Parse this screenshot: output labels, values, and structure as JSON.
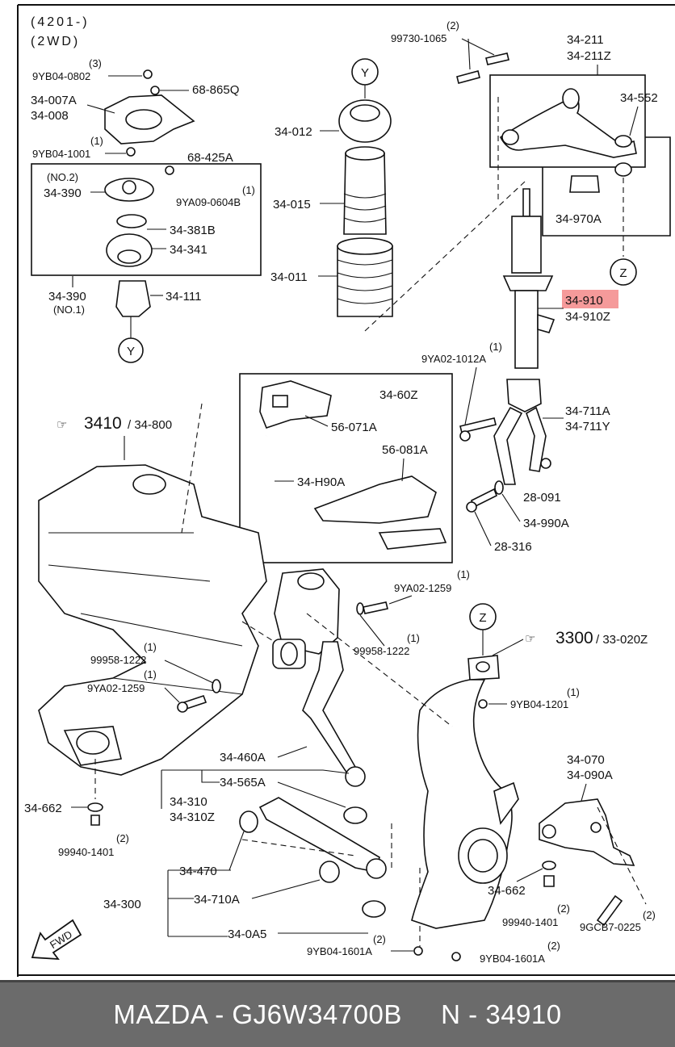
{
  "diagram": {
    "header": {
      "line1": "(4201-)",
      "line2": "(2WD)"
    },
    "highlight_color": "#f59a9a",
    "ref_markers": {
      "y": "Y",
      "z": "Z"
    },
    "labels": {
      "p9yb04_0802": "9YB04-0802",
      "q3": "(3)",
      "p68_865q": "68-865Q",
      "p34_007a": "34-007A",
      "p34_008": "34-008",
      "p9yb04_1001": "9YB04-1001",
      "q1a": "(1)",
      "p68_425a": "68-425A",
      "no2": "(NO.2)",
      "p34_390a": "34-390",
      "p9ya09_0604b": "9YA09-0604B",
      "q1b": "(1)",
      "p34_381b": "34-381B",
      "p34_341": "34-341",
      "p34_390b": "34-390",
      "no1": "(NO.1)",
      "p34_111": "34-111",
      "p34_012": "34-012",
      "p34_015": "34-015",
      "p34_011": "34-011",
      "p99730_1065": "99730-1065",
      "q2a": "(2)",
      "p34_211": "34-211",
      "p34_211z": "34-211Z",
      "p34_552": "34-552",
      "p34_970a": "34-970A",
      "p34_910": "34-910",
      "p34_910z": "34-910Z",
      "p9ya02_1012a": "9YA02-1012A",
      "q1c": "(1)",
      "p34_60z": "34-60Z",
      "p56_071a": "56-071A",
      "p56_081a": "56-081A",
      "p34_h90a": "34-H90A",
      "p3410": "3410",
      "p34_800": "/ 34-800",
      "p34_711a": "34-711A",
      "p34_711y": "34-711Y",
      "p28_091": "28-091",
      "p34_990a": "34-990A",
      "p28_316": "28-316",
      "p9ya02_1259a": "9YA02-1259",
      "q1d": "(1)",
      "p99958_1222a": "99958-1222",
      "q1e": "(1)",
      "p99958_1222b": "99958-1222",
      "q1f": "(1)",
      "p9ya02_1259b": "9YA02-1259",
      "q1g": "(1)",
      "p3300": "3300",
      "p33_020z": "/ 33-020Z",
      "p9yb04_1201": "9YB04-1201",
      "q1h": "(1)",
      "p34_070": "34-070",
      "p34_090a": "34-090A",
      "p34_460a": "34-460A",
      "p34_565a": "34-565A",
      "p34_310": "34-310",
      "p34_310z": "34-310Z",
      "p34_662a": "34-662",
      "p99940_1401a": "99940-1401",
      "q2b": "(2)",
      "p34_470": "34-470",
      "p34_300": "34-300",
      "p34_710a": "34-710A",
      "p34_0a5": "34-0A5",
      "p9yb04_1601a_a": "9YB04-1601A",
      "q2c": "(2)",
      "p9yb04_1601a_b": "9YB04-1601A",
      "q2d": "(2)",
      "p34_662b": "34-662",
      "p99940_1401b": "99940-1401",
      "q2e": "(2)",
      "p9gcb7_0225": "9GCB7-0225",
      "q2f": "(2)",
      "fwd": "FWD"
    }
  },
  "footer": {
    "text": "MAZDA - GJ6W34700B     N - 34910"
  }
}
